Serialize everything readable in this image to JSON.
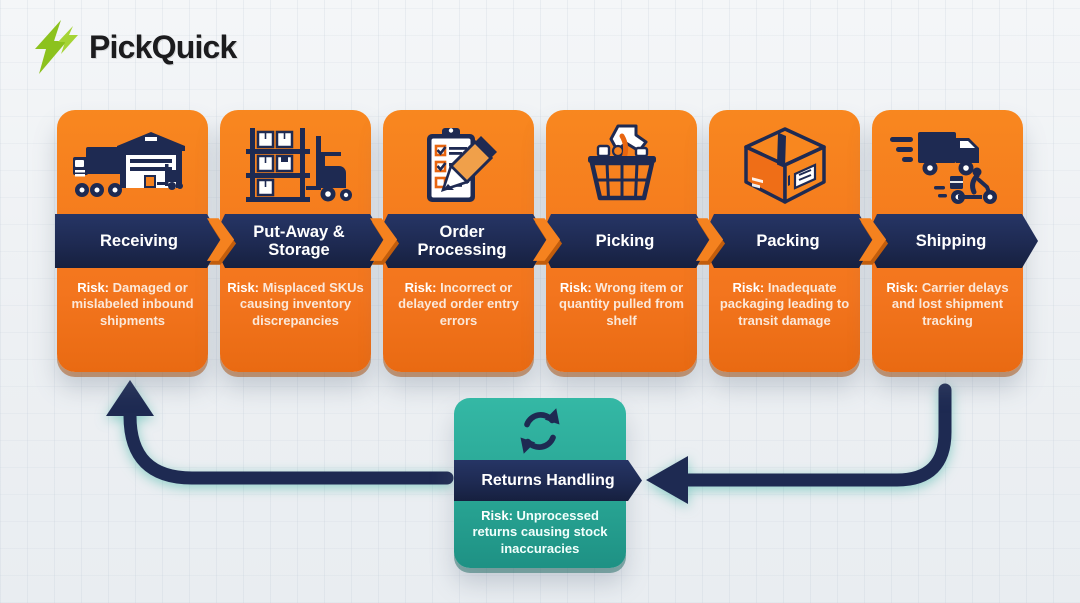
{
  "brand": {
    "name": "PickQuick",
    "logo_icon": "lightning-bolt-icon"
  },
  "colors": {
    "card_orange": "#F3751E",
    "banner_navy": "#1E2A52",
    "returns_teal": "#28A493",
    "logo_green": "#8CC21E",
    "risk_text": "#FBE8D9",
    "background": "#EEF1F4"
  },
  "stages": [
    {
      "label": "Receiving",
      "icon": "icon-receiving",
      "risk_prefix": "Risk:",
      "risk": "Damaged or mislabeled inbound shipments"
    },
    {
      "label": "Put-Away & Storage",
      "icon": "icon-storage",
      "risk_prefix": "Risk:",
      "risk": "Misplaced SKUs causing inventory discrepancies"
    },
    {
      "label": "Order Processing",
      "icon": "icon-order",
      "risk_prefix": "Risk:",
      "risk": "Incorrect or delayed order entry errors"
    },
    {
      "label": "Picking",
      "icon": "icon-picking",
      "risk_prefix": "Risk:",
      "risk": "Wrong item or quantity pulled from shelf"
    },
    {
      "label": "Packing",
      "icon": "icon-packing",
      "risk_prefix": "Risk:",
      "risk": "Inadequate packaging leading to transit damage"
    },
    {
      "label": "Shipping",
      "icon": "icon-shipping",
      "risk_prefix": "Risk:",
      "risk": "Carrier delays and lost shipment tracking"
    }
  ],
  "returns": {
    "label": "Returns Handling",
    "icon": "icon-returns",
    "risk_prefix": "Risk:",
    "risk": "Unprocessed returns causing stock inaccuracies"
  }
}
